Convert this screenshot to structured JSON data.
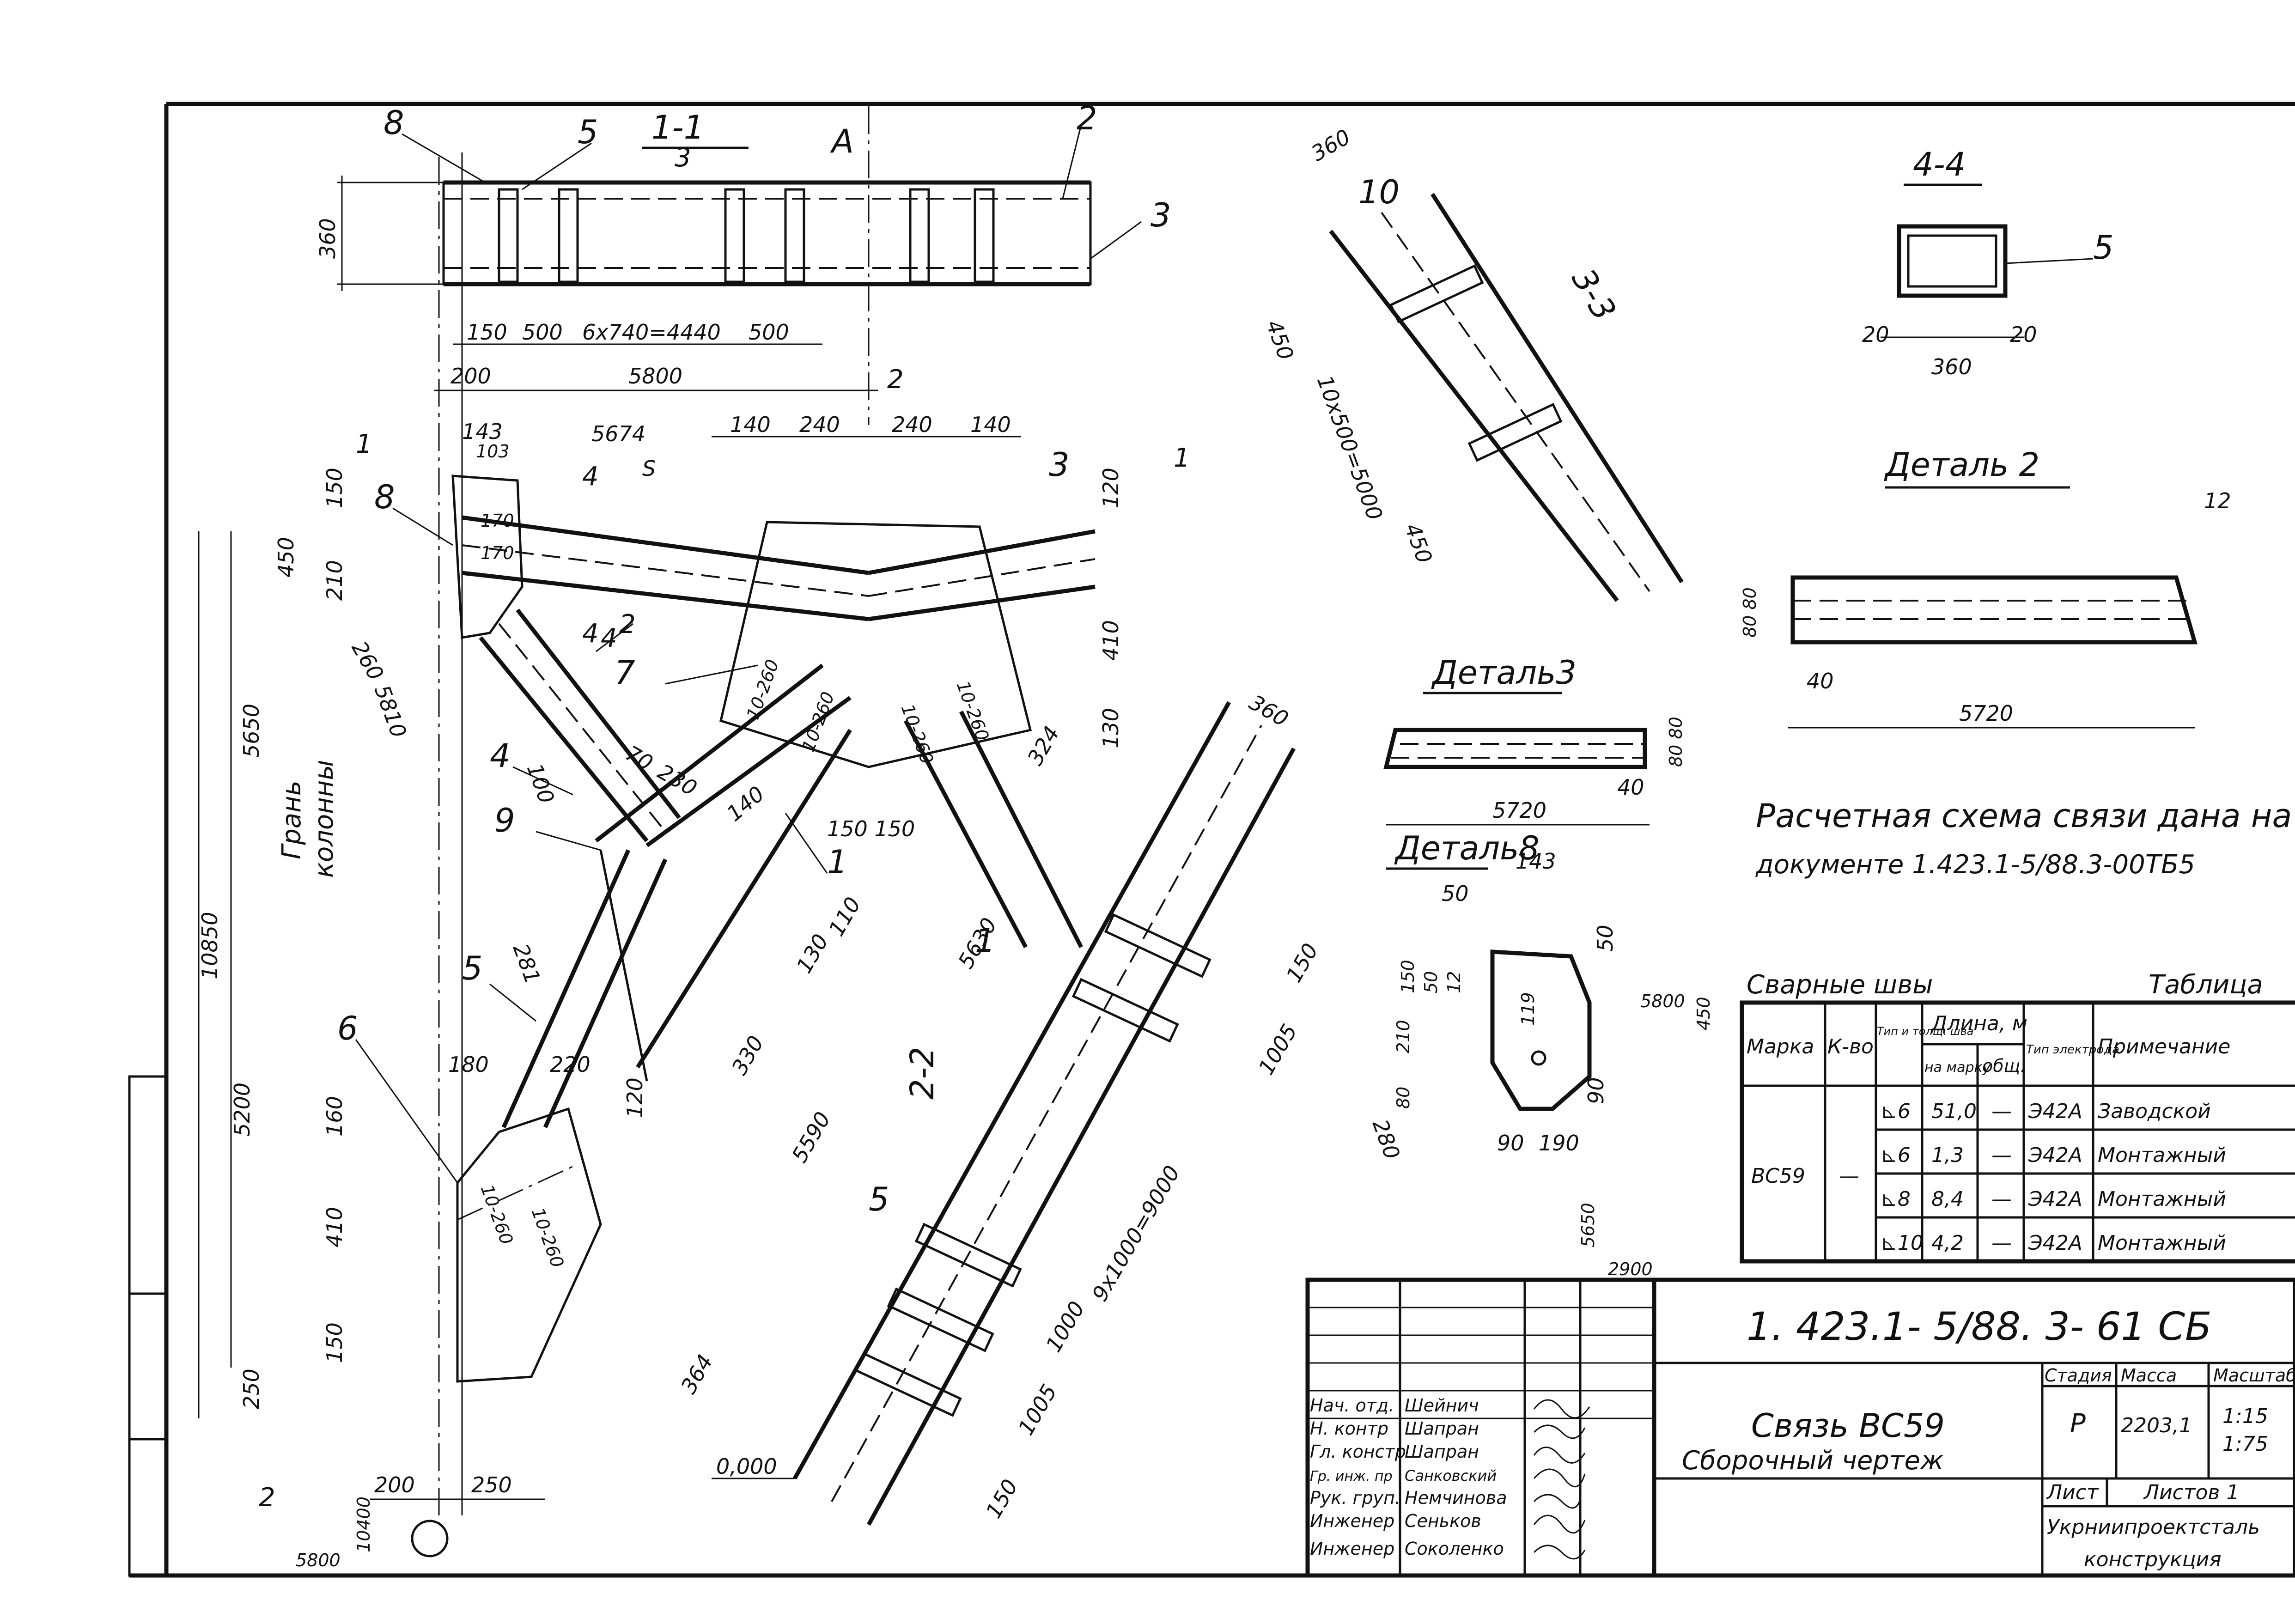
{
  "drawing": {
    "code": "1. 423.1- 5/88. 3- 61 СБ",
    "title_line1": "Связь ВС59",
    "title_line2": "Сборочный чертеж",
    "stage_label": "Стадия",
    "mass_label": "Масса",
    "scale_label": "Масштаб",
    "stage": "Р",
    "mass": "2203,1",
    "scale_1": "1:15",
    "scale_2": "1:75",
    "sheet_label": "Лист",
    "sheets_label": "Листов 1",
    "org_line1": "Укрниипроектсталь",
    "org_line2": "конструкция"
  },
  "signatures": [
    {
      "role": "Нач. отд.",
      "name": "Шейнич"
    },
    {
      "role": "Н. контр",
      "name": "Шапран"
    },
    {
      "role": "Гл. констр",
      "name": "Шапран"
    },
    {
      "role": "Гр. инж. пр",
      "name": "Санковский"
    },
    {
      "role": "Рук. груп.",
      "name": "Немчинова"
    },
    {
      "role": "Инженер",
      "name": "Сеньков"
    },
    {
      "role": "Инженер",
      "name": "Соколенко"
    }
  ],
  "notes": {
    "line1": "Расчетная схема связи дана на",
    "line2": "документе 1.423.1-5/88.3-00ТБ5"
  },
  "welds": {
    "caption": "Сварные швы",
    "table_label": "Таблица",
    "headers": {
      "mark": "Марка",
      "qty": "К-во",
      "type": "Тип и толщ. шва",
      "length": "Длина, м",
      "per_mark": "на марку",
      "total": "общ.",
      "electrode": "Тип электрода",
      "note": "Примечание"
    },
    "mark": "ВС59",
    "qty": "—",
    "rows": [
      {
        "type": "⊾6",
        "len": "51,0",
        "total": "—",
        "electrode": "Э42А",
        "note": "Заводской"
      },
      {
        "type": "⊾6",
        "len": "1,3",
        "total": "—",
        "electrode": "Э42А",
        "note": "Монтажный"
      },
      {
        "type": "⊾8",
        "len": "8,4",
        "total": "—",
        "electrode": "Э42А",
        "note": "Монтажный"
      },
      {
        "type": "⊾10",
        "len": "4,2",
        "total": "—",
        "electrode": "Э42А",
        "note": "Монтажный"
      }
    ]
  },
  "views": {
    "section_1_1": "1-1",
    "section_2_2": "2-2",
    "section_3_3": "3-3",
    "section_4_4": "4-4",
    "detail_2": "Деталь 2",
    "detail_3": "Деталь3",
    "detail_8": "Деталь8",
    "column_face_1": "Грань",
    "column_face_2": "колонны",
    "axis_mark": "А"
  },
  "dimensions": {
    "d360": "360",
    "d150": "150",
    "d500": "500",
    "d6x740": "6х740=4440",
    "d500b": "500",
    "d200": "200",
    "d5800": "5800",
    "d143": "143",
    "d103": "103",
    "d5674": "5674",
    "d140": "140",
    "d240": "240",
    "d240b": "240",
    "d140b": "140",
    "d120": "120",
    "d410": "410",
    "d130": "130",
    "d324": "324",
    "d450": "450",
    "d210": "210",
    "d260": "260",
    "d5650": "5650",
    "d5810": "5810",
    "d10850": "10850",
    "d5200": "5200",
    "d160": "160",
    "d410b": "410",
    "d150b": "150",
    "d250": "250",
    "d180": "180",
    "d220": "220",
    "d281": "281",
    "d100": "100",
    "d230": "230",
    "d70": "70",
    "d150_150": "150 150",
    "d330": "330",
    "d110": "110",
    "d130b": "130",
    "d5590": "5590",
    "d5630": "5630",
    "d364": "364",
    "d0000": "0,000",
    "d5800b": "5800",
    "d10400": "10400",
    "d200b": "200",
    "d250b": "250",
    "d10_260": "10-260",
    "d360b": "360",
    "d10x500": "10х500=5000",
    "d450b": "450",
    "d450c": "450",
    "d9x1000": "9х1000=9000",
    "d1005": "1005",
    "d1000": "1000",
    "d1005b": "1005",
    "d150c": "150",
    "d150d": "150",
    "d20": "20",
    "d20b": "20",
    "d360c": "360",
    "d12": "12",
    "d80_80": "80 80",
    "d40": "40",
    "d5720": "5720",
    "d5720b": "5720",
    "d80_80b": "80 80",
    "d40b": "40",
    "d50": "50",
    "d143b": "143",
    "d50b": "50",
    "d210b": "210",
    "d150e": "150",
    "d50c": "50",
    "d12b": "12",
    "d119": "119",
    "d5800c": "5800",
    "d450d": "450",
    "d90": "90",
    "d90b": "90",
    "d190": "190",
    "d280": "280",
    "d80": "80",
    "d5650b": "5650",
    "d2900": "2900",
    "d170a": "170",
    "d170b": "170",
    "cut_s": "S"
  },
  "callouts": [
    "8",
    "5",
    "3",
    "2",
    "3",
    "8",
    "2",
    "4",
    "7",
    "4",
    "9",
    "5",
    "6",
    "1",
    "1",
    "5",
    "10",
    "5",
    "3",
    "1",
    "1",
    "2",
    "4",
    "4",
    "2"
  ]
}
